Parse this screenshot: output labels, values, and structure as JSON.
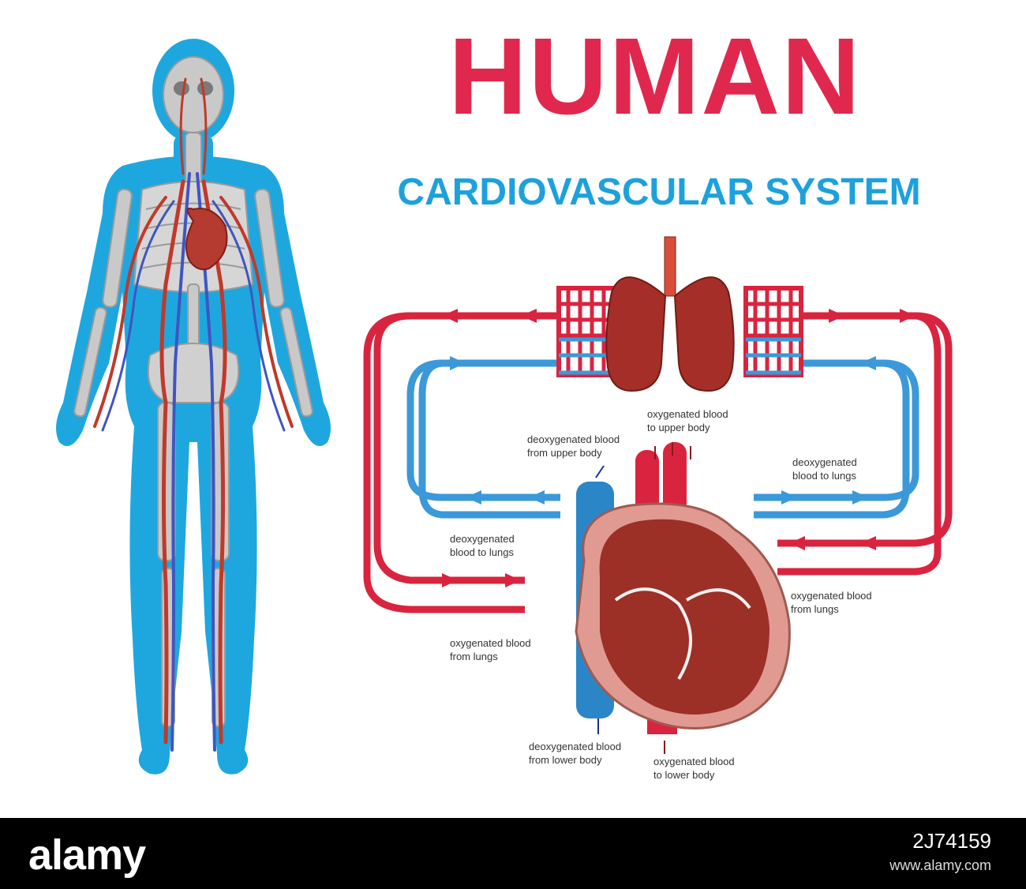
{
  "title": "HUMAN",
  "subtitle": "CARDIOVASCULAR SYSTEM",
  "colors": {
    "title": "#e0284e",
    "subtitle": "#1da1dc",
    "oxygenated": "#d9243f",
    "deoxygenated": "#3b99d9",
    "body": "#1ea7df",
    "heart": "#b53a30"
  },
  "labels": {
    "oxy_upper": [
      "oxygenated blood",
      "to upper body"
    ],
    "deoxy_upper": [
      "deoxygenated blood",
      "from upper body"
    ],
    "deoxy_lungs_right": [
      "deoxygenated",
      "blood to lungs"
    ],
    "deoxy_lungs_left": [
      "deoxygenated",
      "blood to lungs"
    ],
    "oxy_lungs_right": [
      "oxygenated blood",
      "from lungs"
    ],
    "oxy_lungs_left": [
      "oxygenated blood",
      "from lungs"
    ],
    "deoxy_lower": [
      "deoxygenated blood",
      "from lower body"
    ],
    "oxy_lower": [
      "oxygenated blood",
      "to lower body"
    ]
  },
  "footer": {
    "logo": "alamy",
    "stock_id": "2J74159",
    "meta": "www.alamy.com"
  }
}
